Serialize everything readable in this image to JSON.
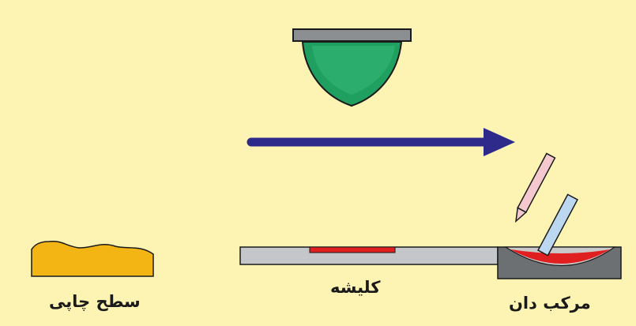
{
  "labels": {
    "print_surface": "سطح چاپی",
    "cliche": "کلیشه",
    "ink_well": "مرکب دان"
  },
  "colors": {
    "background": "#fdf4b3",
    "pad": "#20a060",
    "pad_holder": "#8c8f92",
    "arrow": "#2e2a8c",
    "plate": "#c4c6c9",
    "cliche": "#e02020",
    "ink": "#e02020",
    "ink_well": "#6d7073",
    "print_surface": "#f2b514",
    "doctor_blade_pink": "#f3c9cf",
    "doctor_blade_blue": "#bcd8f0"
  },
  "icons": {
    "pad": "silicone-pad-icon",
    "direction": "right-arrow-icon",
    "print_surface": "print-surface-icon"
  }
}
